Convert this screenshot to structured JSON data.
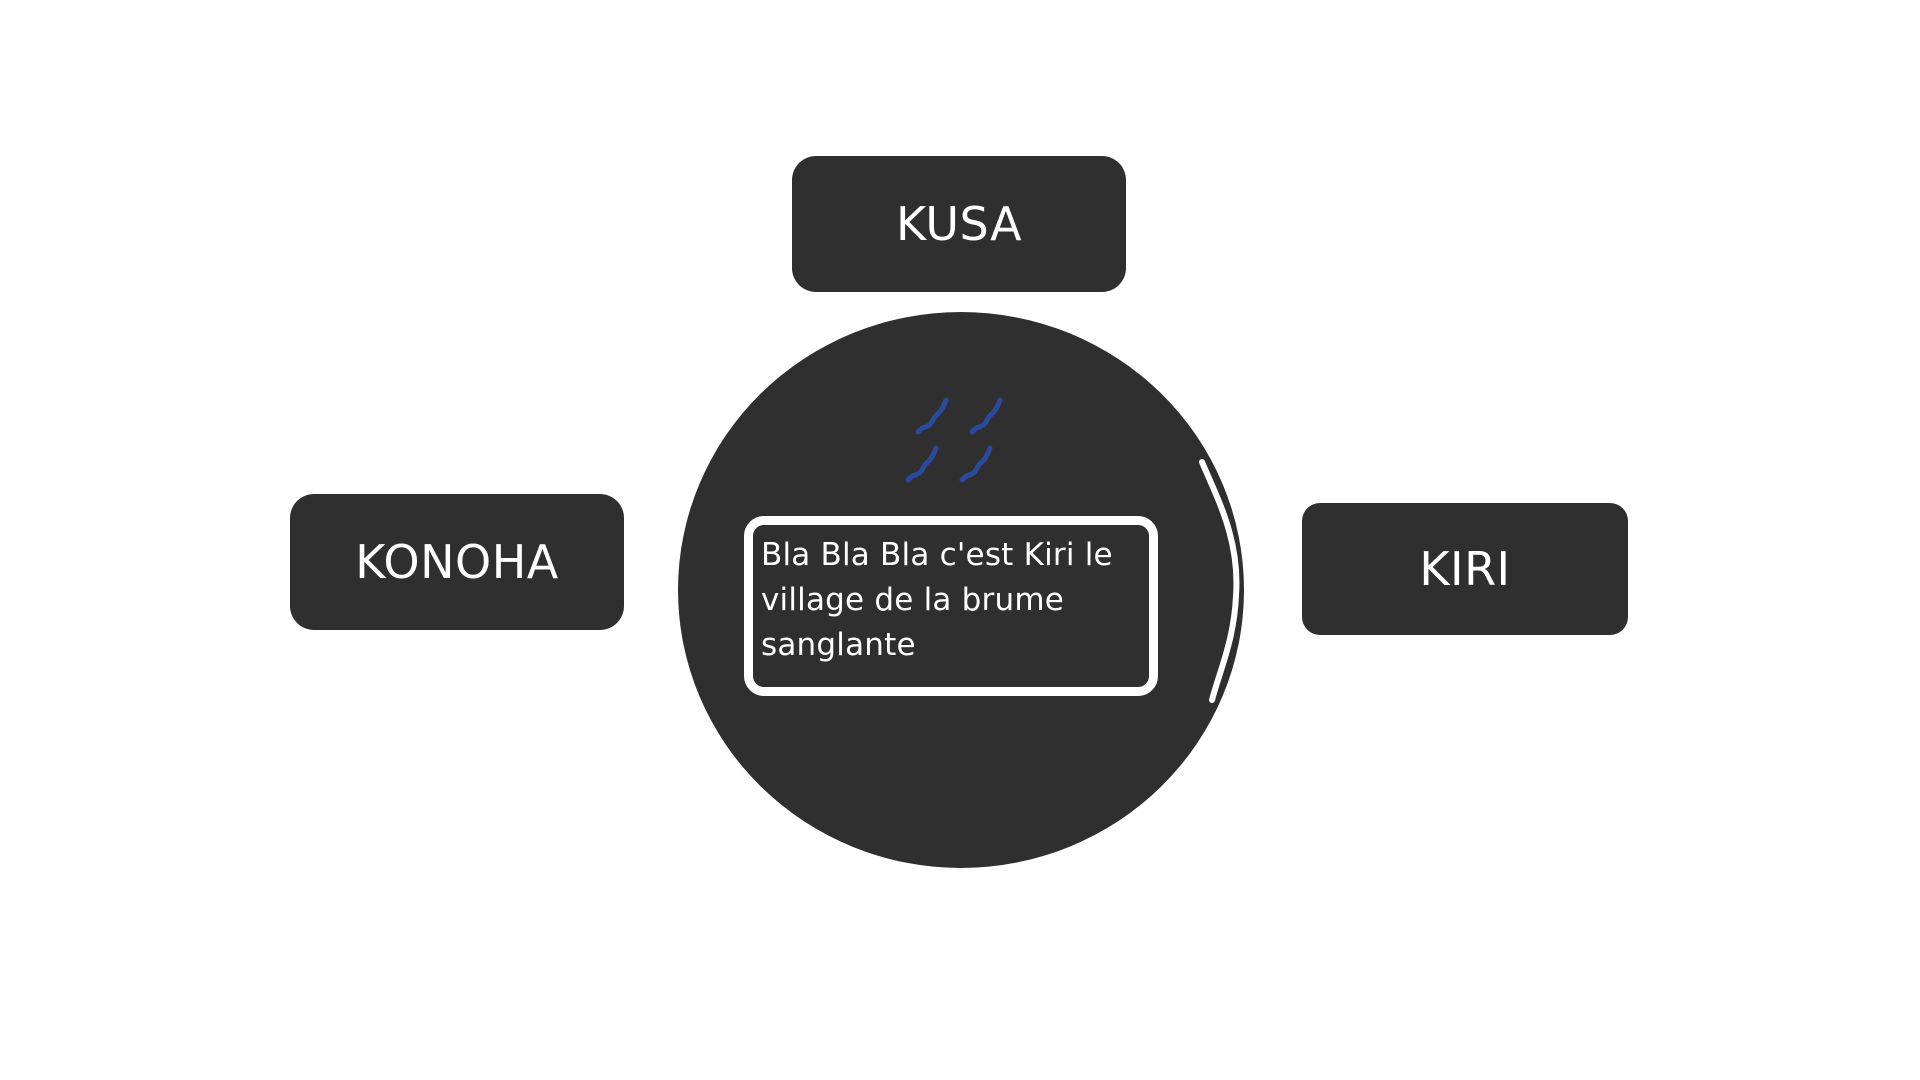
{
  "villages": {
    "top": {
      "label": "KUSA"
    },
    "left": {
      "label": "KONOHA"
    },
    "right": {
      "label": "KIRI"
    }
  },
  "center": {
    "description": "Bla Bla Bla c'est Kiri le village de la brume sanglante",
    "symbol_icon": "mist-village-symbol-icon",
    "symbol_color": "#2b4a9b"
  },
  "colors": {
    "panel": "#2f2f2f",
    "text": "#ffffff",
    "background": "#ffffff"
  }
}
